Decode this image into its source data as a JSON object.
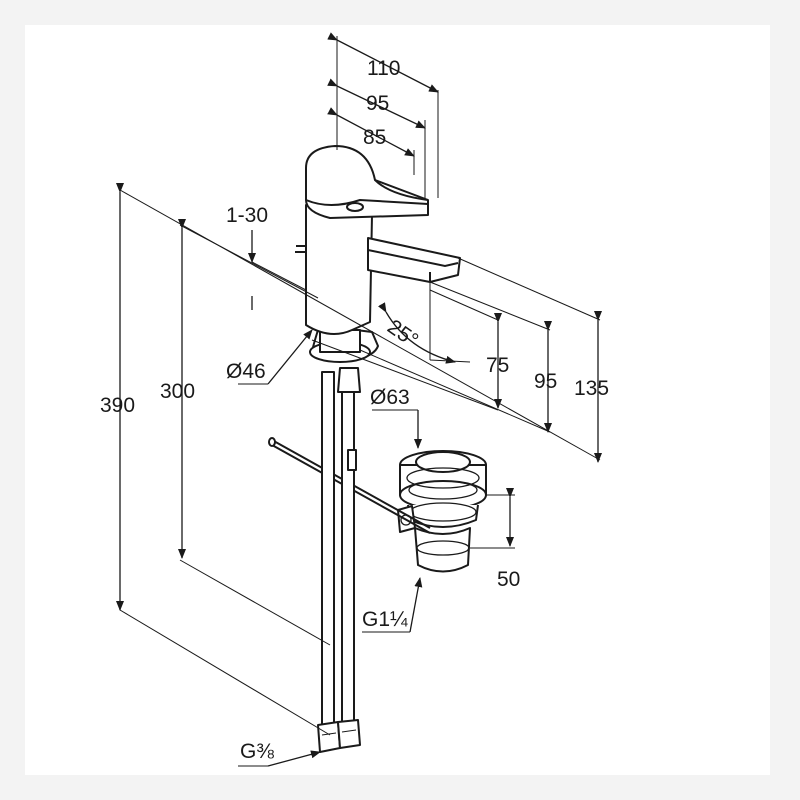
{
  "dimensions": {
    "d110": "110",
    "d95_top": "95",
    "d85": "85",
    "d1_30": "1-30",
    "d25": "25°",
    "d46": "Ø46",
    "d75": "75",
    "d95_right": "95",
    "d135": "135",
    "d390": "390",
    "d300": "300",
    "d63": "Ø63",
    "d50": "50",
    "g114": "G1¼",
    "g38": "G⅜"
  },
  "colors": {
    "line": "#1a1a1a",
    "background": "#ffffff",
    "page": "#f3f3f3"
  }
}
